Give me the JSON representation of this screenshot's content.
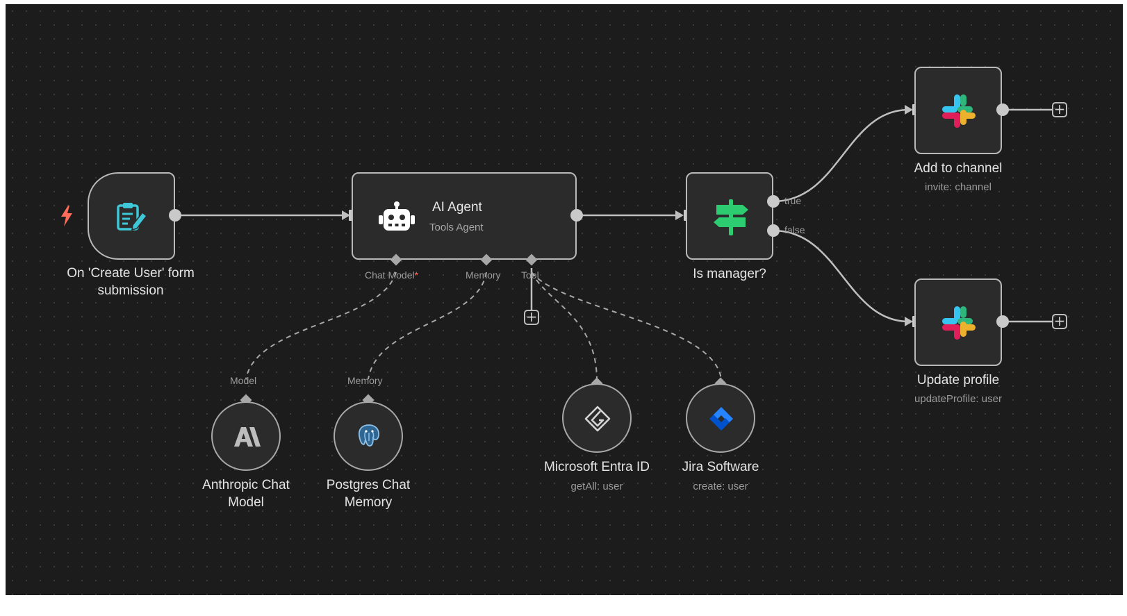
{
  "trigger": {
    "label": "On 'Create User' form submission",
    "icon": "form-edit-icon",
    "color": "#3ec7d6",
    "bolt_icon": "lightning-bolt-icon",
    "bolt_color": "#ff6d5a"
  },
  "agent": {
    "title": "AI Agent",
    "subtitle": "Tools Agent",
    "icon": "robot-icon",
    "ports": {
      "chat_model": "Chat Model",
      "required_mark": "*",
      "memory": "Memory",
      "tool": "Tool"
    }
  },
  "if_node": {
    "label": "Is manager?",
    "icon": "signpost-icon",
    "color": "#2ecc71",
    "outputs": {
      "true_label": "true",
      "false_label": "false"
    }
  },
  "slack_add": {
    "label": "Add to channel",
    "subtitle": "invite: channel",
    "icon": "slack-icon"
  },
  "slack_update": {
    "label": "Update profile",
    "subtitle": "updateProfile: user",
    "icon": "slack-icon"
  },
  "anthropic": {
    "port_label": "Model",
    "label": "Anthropic Chat Model",
    "icon": "anthropic-icon"
  },
  "postgres": {
    "port_label": "Memory",
    "label": "Postgres Chat Memory",
    "icon": "postgres-icon"
  },
  "entra": {
    "label": "Microsoft Entra ID",
    "subtitle": "getAll: user",
    "icon": "entra-id-icon"
  },
  "jira": {
    "label": "Jira Software",
    "subtitle": "create: user",
    "icon": "jira-icon",
    "color": "#2684ff"
  },
  "add_symbol": "+"
}
